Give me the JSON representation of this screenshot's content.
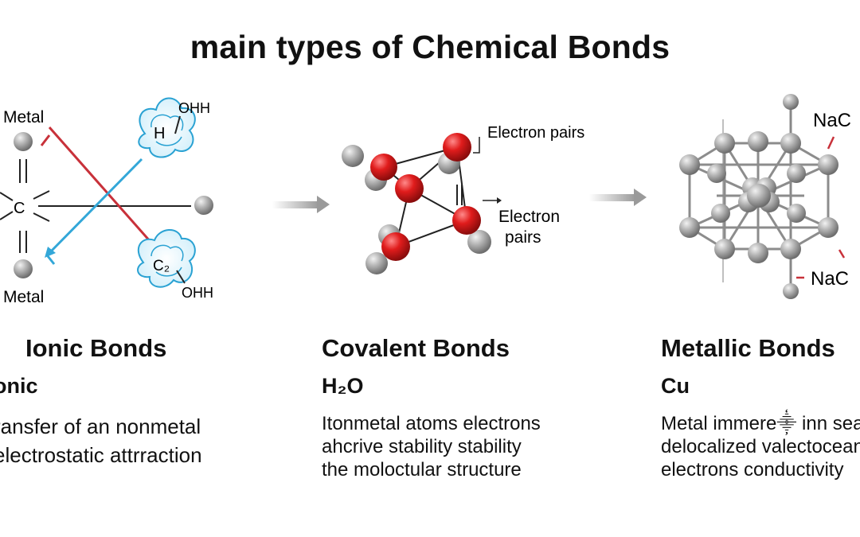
{
  "title": "main types of Chemical Bonds",
  "diagram": {
    "ionic": {
      "metal_top": "Metal",
      "metal_bottom": "Metal",
      "center_atom": "C",
      "orbital_top_atom": "H",
      "orbital_top_label": "OHH",
      "orbital_bottom_atom": "C₂",
      "orbital_bottom_label": "OHH"
    },
    "covalent": {
      "label_top": "Electron pairs",
      "label_mid_line1": "Electron",
      "label_mid_line2": "pairs"
    },
    "metallic": {
      "label_top": "NaC",
      "label_bottom": "NaC"
    }
  },
  "columns": {
    "ionic": {
      "heading": "Ionic Bonds",
      "sub": "onic",
      "lines": [
        "ransfer of an nonmetal",
        "electrostatic attrraction"
      ]
    },
    "covalent": {
      "heading": "Covalent Bonds",
      "sub": "H₂O",
      "lines": [
        "Itonmetal atoms electrons",
        "ahcrive stability stability",
        "the moloctular structure"
      ]
    },
    "metallic": {
      "heading": "Metallic Bonds",
      "sub": "Cu",
      "lines": [
        "Metal immere⸎ inn sea",
        "delocalized valectocean",
        "electrons conductivity"
      ]
    }
  },
  "colors": {
    "bond_red": "#c8313a",
    "bond_blue": "#33a7d8",
    "atom_red": "#e01c1c",
    "atom_gray": "#a9a9a9"
  }
}
